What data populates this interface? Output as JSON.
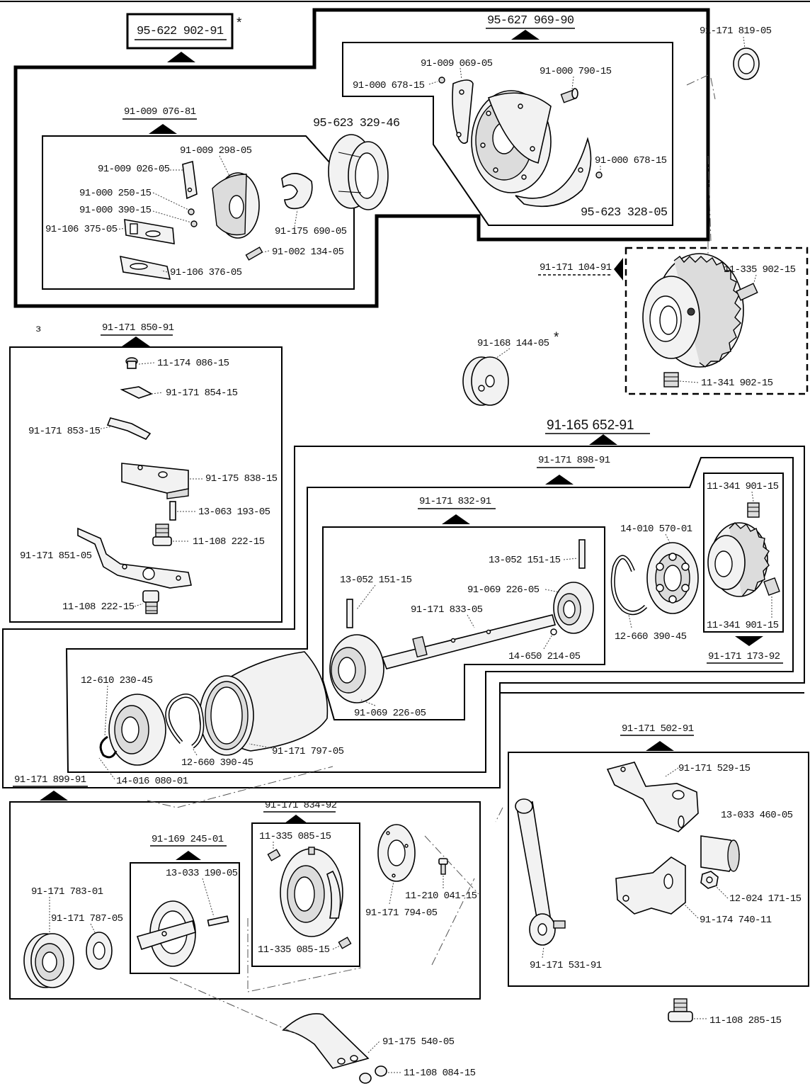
{
  "groups": {
    "hook_assembly": "95-622 902-91",
    "hook_assembly_note": "*",
    "hook_set_a": "95-627 969-90",
    "hook_set_b": "91-009 076-81",
    "gear_assembly": "91-171 104-91",
    "bobbin_case_retainer": "91-171 850-91",
    "shaft_unit": "91-165 652-91",
    "shaft_subunit": "91-171 898-91",
    "shaft_sub2": "91-171 832-91",
    "pinion_unit": "91-171 173-92",
    "lower_unit": "91-171 899-91",
    "cam_unit": "91-171 834-92",
    "crank_unit": "91-169 245-01",
    "bracket_unit": "91-171 502-91"
  },
  "parts": {
    "p_91_171_819_05": "91-171 819-05",
    "p_91_009_069_05": "91-009 069-05",
    "p_91_000_678_15_a": "91-000 678-15",
    "p_91_000_790_15": "91-000 790-15",
    "p_95_623_329_46": "95-623 329-46",
    "p_91_000_678_15_b": "91-000 678-15",
    "p_95_623_328_05": "95-623 328-05",
    "p_91_009_298_05": "91-009 298-05",
    "p_91_009_026_05": "91-009 026-05",
    "p_91_000_250_15": "91-000 250-15",
    "p_91_000_390_15": "91-000 390-15",
    "p_91_106_375_05": "91-106 375-05",
    "p_91_175_690_05": "91-175 690-05",
    "p_91_002_134_05": "91-002 134-05",
    "p_91_106_376_05": "91-106 376-05",
    "p_11_335_902_15": "11-335 902-15",
    "p_11_341_902_15": "11-341 902-15",
    "p_91_168_144_05": "91-168 144-05",
    "p_91_168_144_05_note": "*",
    "p_11_174_086_15": "11-174 086-15",
    "p_91_171_854_15": "91-171 854-15",
    "p_91_171_853_15": "91-171 853-15",
    "p_91_175_838_15": "91-175 838-15",
    "p_13_063_193_05": "13-063 193-05",
    "p_11_108_222_15_a": "11-108 222-15",
    "p_91_171_851_05": "91-171 851-05",
    "p_11_108_222_15_b": "11-108 222-15",
    "p_11_341_901_15_a": "11-341 901-15",
    "p_14_010_570_01": "14-010 570-01",
    "p_13_052_151_15_a": "13-052 151-15",
    "p_13_052_151_15_b": "13-052 151-15",
    "p_91_069_226_05_a": "91-069 226-05",
    "p_91_171_833_05": "91-171 833-05",
    "p_12_660_390_45_a": "12-660 390-45",
    "p_11_341_901_15_b": "11-341 901-15",
    "p_14_650_214_05": "14-650 214-05",
    "p_91_069_226_05_b": "91-069 226-05",
    "p_12_610_230_45": "12-610 230-45",
    "p_12_660_390_45_b": "12-660 390-45",
    "p_91_171_797_05": "91-171 797-05",
    "p_14_016_080_01": "14-016 080-01",
    "p_91_171_529_15": "91-171 529-15",
    "p_13_033_460_05": "13-033 460-05",
    "p_12_024_171_15": "12-024 171-15",
    "p_91_174_740_11": "91-174  740-11",
    "p_91_171_531_91": "91-171 531-91",
    "p_11_335_085_15_a": "11-335 085-15",
    "p_11_335_085_15_b": "11-335 085-15",
    "p_11_210_041_15": "11-210 041-15",
    "p_91_171_794_05": "91-171 794-05",
    "p_13_033_190_05": "13-033 190-05",
    "p_91_171_783_01": "91-171 783-01",
    "p_91_171_787_05": "91-171 787-05",
    "p_11_108_285_15": "11-108 285-15",
    "p_91_175_540_05": "91-175 540-05",
    "p_11_108_084_15": "11-108 084-15",
    "stray_mark": "ɜ"
  }
}
